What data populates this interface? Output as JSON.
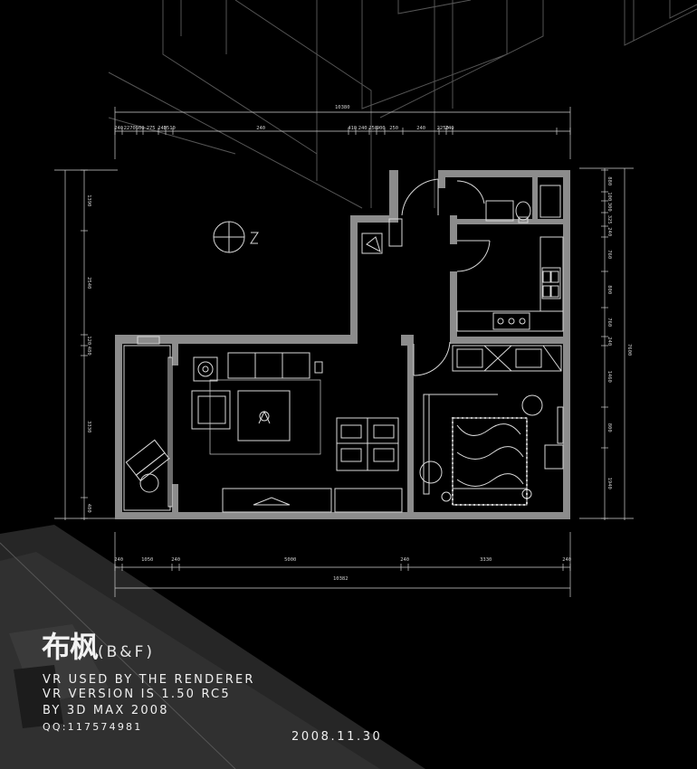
{
  "overall_dims": {
    "top": "10380",
    "bottom": "10382",
    "right": "7600"
  },
  "top_segments": [
    "240",
    "2270",
    "500",
    "275",
    "240",
    "3510",
    "240",
    "410",
    "240",
    "250",
    "900",
    "250",
    "240",
    "2250",
    "240"
  ],
  "bottom_segments": [
    "240",
    "1050",
    "240",
    "5000",
    "240",
    "3330",
    "240"
  ],
  "left_segments": [
    "1390",
    "2540",
    "120",
    "480",
    "3330",
    "480"
  ],
  "right_segments": [
    "880",
    "100",
    "300",
    "325",
    "240",
    "760",
    "800",
    "760",
    "240",
    "1460",
    "800",
    "1940"
  ],
  "brand": {
    "name_cn": "布枫",
    "name_en": "(B&F)"
  },
  "info_lines": [
    "VR USED BY THE RENDERER",
    "VR VERSION IS 1.50 RC5",
    "BY 3D MAX 2008",
    "QQ:117574981"
  ],
  "date": "2008.11.30"
}
